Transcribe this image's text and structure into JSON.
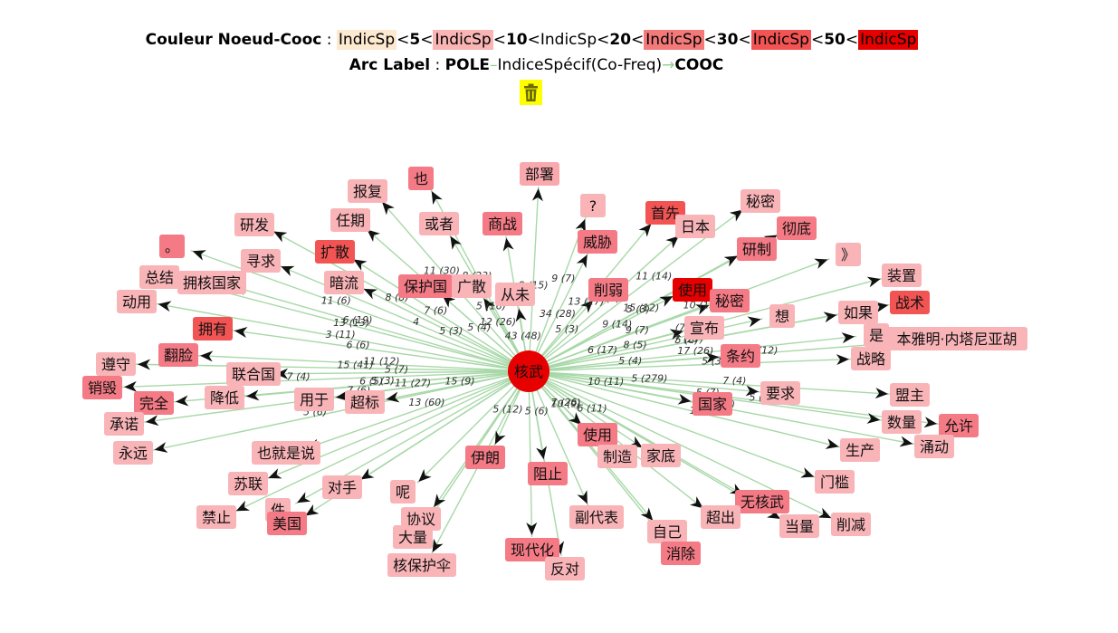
{
  "legend": {
    "color_title": "Couleur Noeud-Cooc",
    "sep": ":",
    "scale": [
      {
        "text": "IndicSp",
        "color": "#fde8d0"
      },
      {
        "text": "<"
      },
      {
        "text": "5",
        "bold": true
      },
      {
        "text": "<"
      },
      {
        "text": "IndicSp",
        "color": "#f9b4b4"
      },
      {
        "text": "<"
      },
      {
        "text": "10",
        "bold": true
      },
      {
        "text": "<IndicSp<"
      },
      {
        "text": "20",
        "bold": true
      },
      {
        "text": "<"
      },
      {
        "text": "IndicSp",
        "color": "#f47a7a"
      },
      {
        "text": "<"
      },
      {
        "text": "30",
        "bold": true
      },
      {
        "text": "<"
      },
      {
        "text": "IndicSp",
        "color": "#f25454"
      },
      {
        "text": "<"
      },
      {
        "text": "50",
        "bold": true
      },
      {
        "text": "<"
      },
      {
        "text": "IndicSp",
        "color": "#e60000"
      }
    ],
    "arc_title": "Arc Label",
    "arc_pole": "POLE",
    "arc_dash": "–",
    "arc_middle": "IndiceSpécif(Co-Freq)",
    "arc_arrow": "→",
    "arc_cooc": "COOC"
  },
  "toolbar": {
    "delete_icon": "trash-icon"
  },
  "graph": {
    "center": {
      "label": "核武",
      "color": "#e60000"
    },
    "edge_color": "#a8d8a8",
    "nodes": [
      {
        "label": "部署",
        "c": "#f9a9ae"
      },
      {
        "label": "也",
        "c": "#f47a85"
      },
      {
        "label": "报复",
        "c": "#f9b4b8"
      },
      {
        "label": "或者",
        "c": "#f9b4b8"
      },
      {
        "label": "商战",
        "c": "#f47a85"
      },
      {
        "label": "?",
        "c": "#f9b4b8"
      },
      {
        "label": "首先",
        "c": "#f25454"
      },
      {
        "label": "日本",
        "c": "#f9b4b8"
      },
      {
        "label": "秘密",
        "c": "#f9b4b8"
      },
      {
        "label": "彻底",
        "c": "#f47a85"
      },
      {
        "label": "研发",
        "c": "#f9b4b8"
      },
      {
        "label": "任期",
        "c": "#f9b4b8"
      },
      {
        "label": "威胁",
        "c": "#f47a85"
      },
      {
        "label": "研制",
        "c": "#f47a85"
      },
      {
        "label": "。",
        "c": "#f47a85"
      },
      {
        "label": "寻求",
        "c": "#f9b4b8"
      },
      {
        "label": "扩散",
        "c": "#f25454"
      },
      {
        "label": "》",
        "c": "#f9b4b8"
      },
      {
        "label": "装置",
        "c": "#f9b4b8"
      },
      {
        "label": "总结",
        "c": "#f9b4b8"
      },
      {
        "label": "拥核国家",
        "c": "#f9b4b8"
      },
      {
        "label": "暗流",
        "c": "#f9b4b8"
      },
      {
        "label": "保护国",
        "c": "#f47a85"
      },
      {
        "label": "广散",
        "c": "#f9b4b8"
      },
      {
        "label": "从未",
        "c": "#f9b4b8"
      },
      {
        "label": "削弱",
        "c": "#f47a85"
      },
      {
        "label": "使用",
        "c": "#e60000"
      },
      {
        "label": "战术",
        "c": "#f25454"
      },
      {
        "label": "动用",
        "c": "#f9b4b8"
      },
      {
        "label": "秘密",
        "c": "#f47a85"
      },
      {
        "label": "想",
        "c": "#f9b4b8"
      },
      {
        "label": "如果",
        "c": "#f9b4b8"
      },
      {
        "label": "拥有",
        "c": "#f25454"
      },
      {
        "label": "宣布",
        "c": "#f9b4b8"
      },
      {
        "label": "是",
        "c": "#f9b4b8"
      },
      {
        "label": "本雅明·内塔尼亚胡",
        "c": "#f9b4b8"
      },
      {
        "label": "翻脸",
        "c": "#f47a85"
      },
      {
        "label": "条约",
        "c": "#f47a85"
      },
      {
        "label": "战略",
        "c": "#f9b4b8"
      },
      {
        "label": "遵守",
        "c": "#f9b4b8"
      },
      {
        "label": "联合国",
        "c": "#f9b4b8"
      },
      {
        "label": "销毁",
        "c": "#f47a85"
      },
      {
        "label": "完全",
        "c": "#f47a85"
      },
      {
        "label": "降低",
        "c": "#f9b4b8"
      },
      {
        "label": "用于",
        "c": "#f9b4b8"
      },
      {
        "label": "超标",
        "c": "#f9b4b8"
      },
      {
        "label": "要求",
        "c": "#f9b4b8"
      },
      {
        "label": "盟主",
        "c": "#f9b4b8"
      },
      {
        "label": "国家",
        "c": "#f47a85"
      },
      {
        "label": "数量",
        "c": "#f9b4b8"
      },
      {
        "label": "允许",
        "c": "#f47a85"
      },
      {
        "label": "承诺",
        "c": "#f9b4b8"
      },
      {
        "label": "涌动",
        "c": "#f9b4b8"
      },
      {
        "label": "永远",
        "c": "#f9b4b8"
      },
      {
        "label": "也就是说",
        "c": "#f9b4b8"
      },
      {
        "label": "伊朗",
        "c": "#f47a85"
      },
      {
        "label": "使用",
        "c": "#f47a85"
      },
      {
        "label": "制造",
        "c": "#f9b4b8"
      },
      {
        "label": "家底",
        "c": "#f9b4b8"
      },
      {
        "label": "生产",
        "c": "#f9b4b8"
      },
      {
        "label": "阻止",
        "c": "#f47a85"
      },
      {
        "label": "苏联",
        "c": "#f9b4b8"
      },
      {
        "label": "对手",
        "c": "#f9b4b8"
      },
      {
        "label": "门槛",
        "c": "#f9b4b8"
      },
      {
        "label": "呢",
        "c": "#f9b4b8"
      },
      {
        "label": "无核武",
        "c": "#f47a85"
      },
      {
        "label": "禁止",
        "c": "#f9b4b8"
      },
      {
        "label": "件",
        "c": "#f9b4b8"
      },
      {
        "label": "美国",
        "c": "#f47a85"
      },
      {
        "label": "协议",
        "c": "#f9b4b8"
      },
      {
        "label": "副代表",
        "c": "#f9b4b8"
      },
      {
        "label": "超出",
        "c": "#f9b4b8"
      },
      {
        "label": "当量",
        "c": "#f9b4b8"
      },
      {
        "label": "削减",
        "c": "#f9b4b8"
      },
      {
        "label": "大量",
        "c": "#f9b4b8"
      },
      {
        "label": "自己",
        "c": "#f9b4b8"
      },
      {
        "label": "现代化",
        "c": "#f47a85"
      },
      {
        "label": "消除",
        "c": "#f47a85"
      },
      {
        "label": "核保护伞",
        "c": "#f9b4b8"
      },
      {
        "label": "反对",
        "c": "#f9b4b8"
      }
    ],
    "edge_labels": [
      "8 (15)",
      "8 (23)",
      "11 (30)",
      "5 (16)",
      "32",
      "9 (7)",
      "13 (17)",
      "5 (5)",
      "11 (14)",
      "15 (12)",
      "8 (8)",
      "8 (6)",
      "34 (28)",
      "5 (3)",
      "11 (6)",
      "4",
      "7 (6)",
      "10 (13)",
      "(79)",
      "13 (13)",
      "6 (19)",
      "5 (3)",
      "5 (4)",
      "12 (26)",
      "43 (48)",
      "5 (3)",
      "9 (14)",
      "7 (27)",
      "3 (11)",
      "9 (7)",
      "8 (5)",
      "5 (8)",
      "6 (6)",
      "6 (17)",
      "17 (26)",
      "10 (12)",
      "11 (12)",
      "5 (4)",
      "5 (3)",
      "15 (41)",
      "5 (7)",
      "7 (4)",
      "6 (5)",
      "5 (3)",
      "11 (27)",
      "15 (9)",
      "5 (279)",
      "7 (4)",
      "10 (11)",
      "5 (7)",
      "5 (7)",
      "7 (6)",
      "6 (5)",
      "5 (6)",
      "13 (60)",
      "5 (12)",
      "7 (26)",
      "10 (9)",
      "6 (11)",
      "18 (13)",
      "5 (6)"
    ]
  }
}
